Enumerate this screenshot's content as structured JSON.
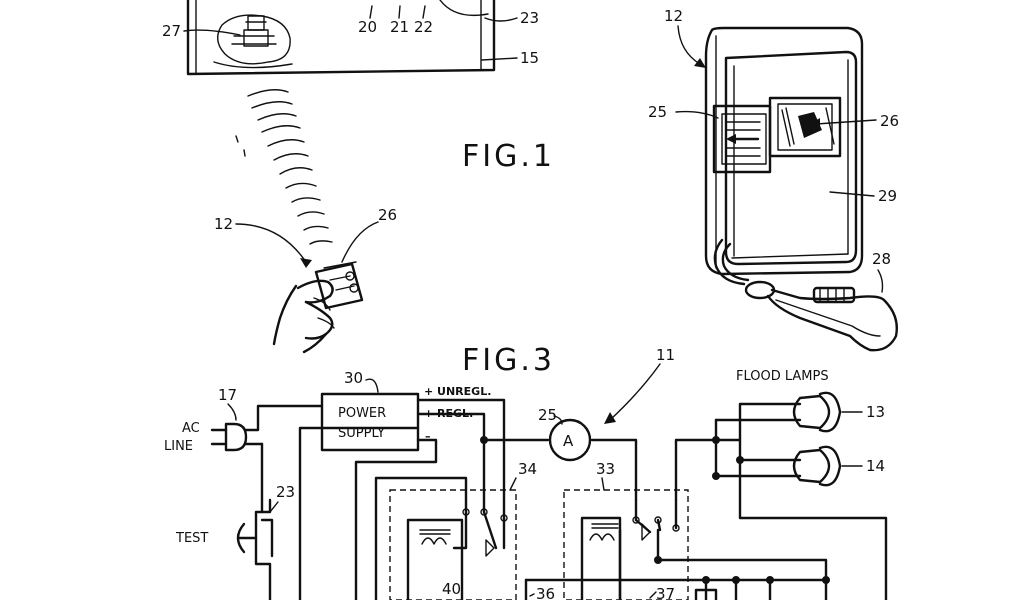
{
  "fig1": {
    "title": "FIG.1",
    "labels": {
      "l27": "27",
      "l20": "20",
      "l21": "21",
      "l22": "22",
      "l23": "23",
      "l15": "15",
      "l12": "12",
      "l26": "26"
    }
  },
  "fig2": {
    "labels": {
      "l12": "12",
      "l25": "25",
      "l26": "26",
      "l29": "29",
      "l28": "28"
    }
  },
  "fig3": {
    "title": "FIG.3",
    "labels": {
      "l11": "11",
      "l30": "30",
      "l17": "17",
      "l23": "23",
      "l25": "25",
      "l34": "34",
      "l33": "33",
      "l13": "13",
      "l14": "14",
      "l40": "40",
      "l36": "36",
      "l37": "37"
    },
    "ac_line": [
      "AC",
      "LINE"
    ],
    "power_supply": [
      "POWER",
      "SUPPLY"
    ],
    "unregulated": "+ UNREGL.",
    "regulated": "+ REGL.",
    "minus": "–",
    "ammeter": "A",
    "test": "TEST",
    "flood_lamps": "FLOOD LAMPS"
  }
}
